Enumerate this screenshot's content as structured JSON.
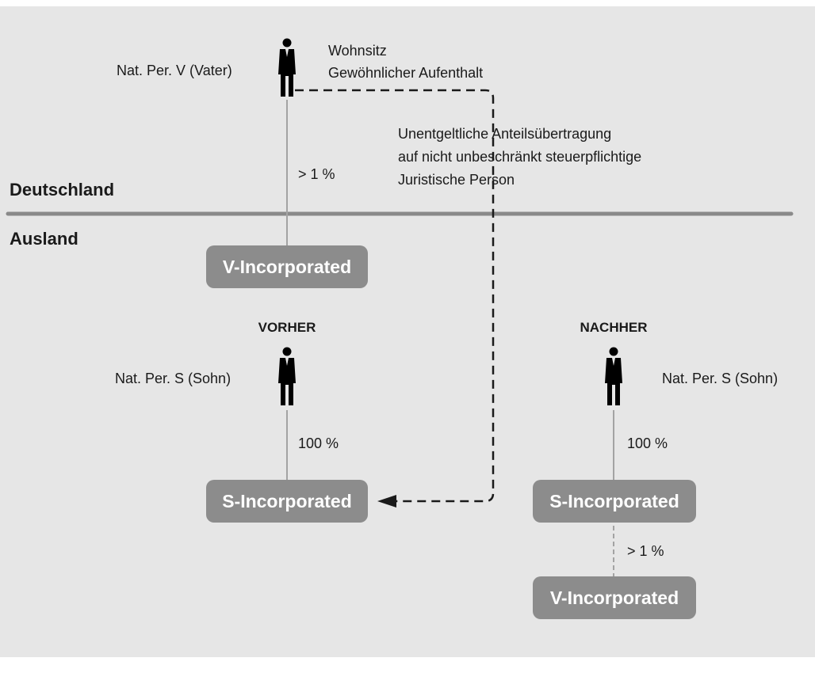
{
  "regions": {
    "top": "Deutschland",
    "bottom": "Ausland"
  },
  "father": {
    "label": "Nat. Per. V (Vater)",
    "residence_line1": "Wohnsitz",
    "residence_line2": "Gewöhnlicher Aufenthalt"
  },
  "transfer": {
    "line1": "Unentgeltliche Anteilsübertragung",
    "line2": "auf nicht unbeschränkt steuerpflichtige",
    "line3": "Juristische Person"
  },
  "father_stake": "> 1 %",
  "before": {
    "heading": "VORHER",
    "son_label": "Nat. Per. S (Sohn)",
    "son_stake": "100 %",
    "v_box": "V-Incorporated",
    "s_box": "S-Incorporated"
  },
  "after": {
    "heading": "NACHHER",
    "son_label": "Nat. Per. S (Sohn)",
    "son_stake": "100 %",
    "s_box": "S-Incorporated",
    "sub_stake": "> 1 %",
    "v_box": "V-Incorporated"
  },
  "colors": {
    "background": "#e6e6e6",
    "box_fill": "#8c8c8c",
    "box_text": "#ffffff",
    "line": "#a3a3a3",
    "divider": "#8a8a8a",
    "dashed": "#1a1a1a",
    "person": "#000000"
  },
  "icons": [
    "person-icon",
    "arrow-head-icon"
  ]
}
